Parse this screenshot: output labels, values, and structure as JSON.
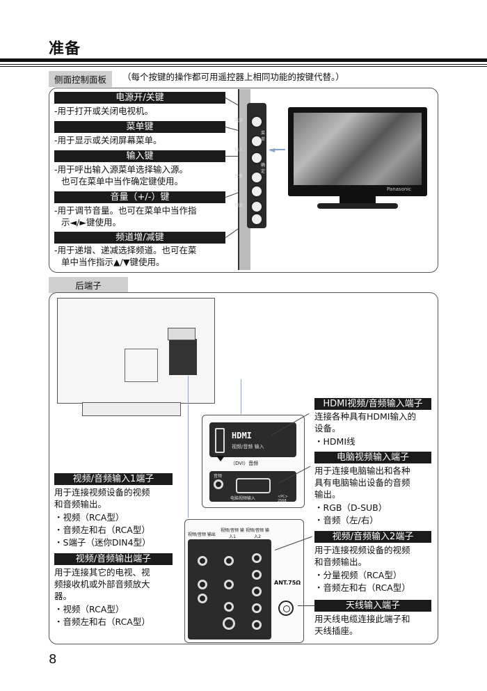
{
  "page": {
    "title": "准备",
    "page_number": "8"
  },
  "side_section": {
    "tag": "侧面控制面板",
    "note": "（每个按键的操作都可用遥控器上相同功能的按键代替。）",
    "items": [
      {
        "bar": "电源开/关键",
        "desc": [
          "-用于打开或关闭电视机。"
        ]
      },
      {
        "bar": "菜单键",
        "desc": [
          "-用于显示或关闭屏幕菜单。"
        ]
      },
      {
        "bar": "输入键",
        "desc": [
          "-用于呼出输入源菜单选择输入源。",
          "也可在菜单中当作确定键使用。"
        ]
      },
      {
        "bar": "音量（+/-）键",
        "desc": [
          "-用于调节音量。也可在菜单中当作指",
          "示◄/►键使用。"
        ]
      },
      {
        "bar": "频道增/减键",
        "desc": [
          "-用于递增、递减选择频道。也可在菜",
          "单中当作指示▲/▼键使用。"
        ]
      }
    ],
    "strip_labels": [
      "电源",
      "菜单",
      "输入",
      "确定",
      "音量",
      "频道"
    ],
    "tv_brand": "Panasonic"
  },
  "rear_section": {
    "tag": "后端子",
    "hdmi": {
      "bar": "HDMI视频/音频输入端子",
      "desc": [
        "连接各种具有HDMI输入的",
        "设备。"
      ],
      "bullets": [
        "HDMI线"
      ]
    },
    "pc": {
      "bar": "电脑视频输入端子",
      "desc": [
        "用于连接电脑输出和各种",
        "具有电脑输出设备的音频",
        "输出。"
      ],
      "bullets": [
        "RGB（D-SUB）",
        "音频（左/右）"
      ]
    },
    "av2": {
      "bar": "视频/音频输入2端子",
      "desc": [
        "用于连接视频设备的视频",
        "和音频输出。"
      ],
      "bullets": [
        "分量视频（RCA型）",
        "音频左和右（RCA型）"
      ]
    },
    "antenna": {
      "bar": "天线输入端子",
      "desc": [
        "用天线电缆连接此端子和",
        "天线插座。"
      ]
    },
    "av1": {
      "bar": "视频/音频输入1端子",
      "desc": [
        "用于连接视频设备的视频",
        "和音频输出。"
      ],
      "bullets": [
        "视频（RCA型）",
        "音频左和右（RCA型）",
        "S端子（迷你DIN4型）"
      ]
    },
    "avout": {
      "bar": "视频/音频输出端子",
      "desc": [
        "用于连接其它的电视、视",
        "频接收机或外部音频放大",
        "器。"
      ],
      "bullets": [
        "视频（RCA型）",
        "音频左和右（RCA型）"
      ]
    },
    "panel_labels": {
      "hdmi_logo": "HDMI",
      "hdmi_sub": "视频/音频 输入",
      "dvi": "（DVI）音频",
      "audio": "音频",
      "pc_label": "电脑视频输入",
      "pc_code": "<PC> 2568",
      "out_head": "视频/音频 输出",
      "in1_head": "视频/音频 输入1",
      "in2_head": "视频/音频 输入2",
      "ant": "ANT.75Ω"
    }
  }
}
